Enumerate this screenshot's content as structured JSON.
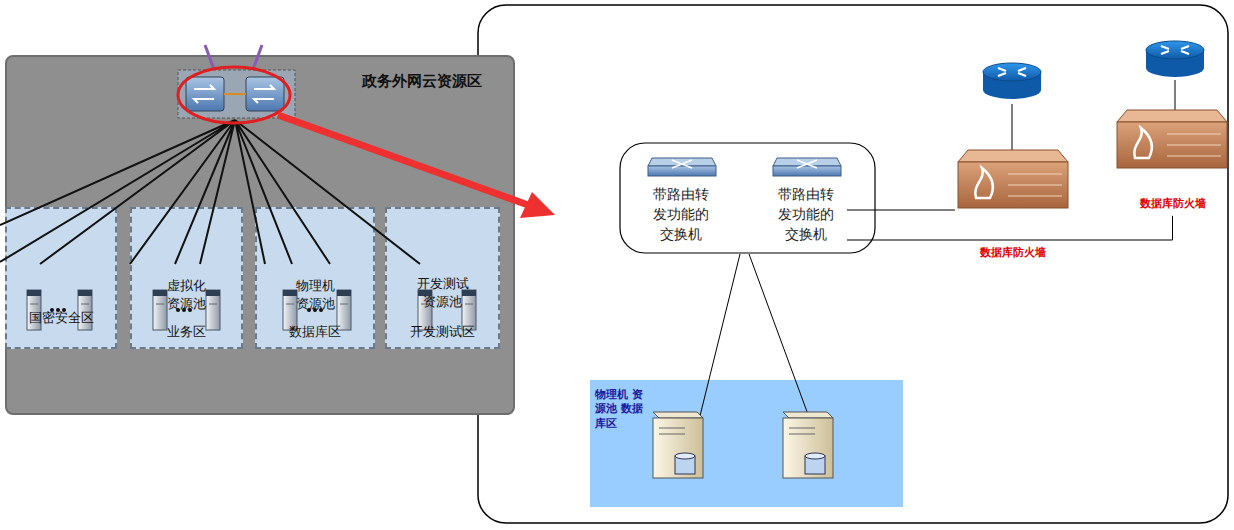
{
  "diagram": {
    "nodes": [
      {
        "text": [
          "政务外网云资源区"
        ]
      },
      {
        "text": [
          "国密安全区"
        ],
        "in": 0
      },
      {
        "text": [
          "虚拟化 资源池",
          "业务区"
        ],
        "in": 0
      },
      {
        "text": [
          "物理机 资源池",
          "数据库区"
        ],
        "in": 0
      },
      {
        "text": [
          "开发测试 资源池",
          "开发测试区"
        ],
        "in": 0
      },
      {
        "text": [
          "带路由转 发功能的 交换机"
        ]
      },
      {
        "text": [
          "带路由转 发功能的 交换机"
        ]
      },
      {
        "text": [
          "数据库防火墙"
        ]
      },
      {
        "text": [
          "数据库防火墙"
        ]
      },
      {
        "text": [
          "物理机 资源池 数据库区"
        ]
      }
    ],
    "edges": [
      {
        "from": 6,
        "to": 7,
        "arrow": "none"
      },
      {
        "from": 6,
        "to": 8,
        "arrow": "none"
      }
    ]
  }
}
